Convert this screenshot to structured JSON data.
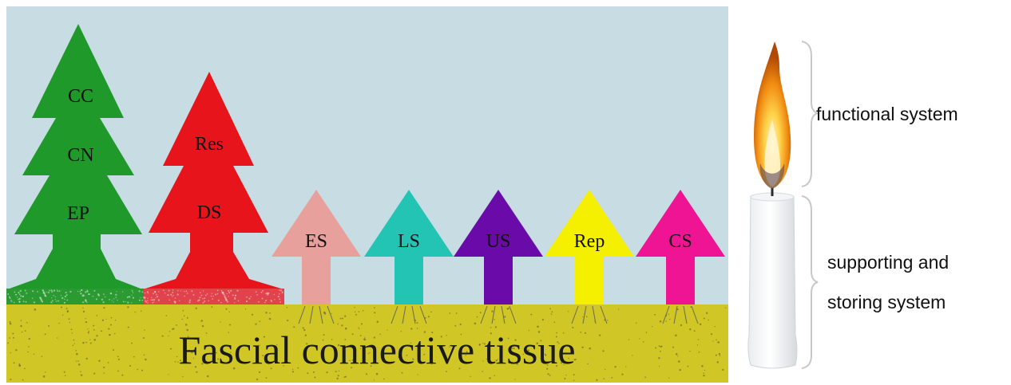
{
  "diagram": {
    "base_label": "Fascial connective tissue",
    "trees": [
      {
        "id": "left-tree",
        "labels": [
          "CC",
          "CN",
          "EP"
        ],
        "color": "#1f9a2a"
      },
      {
        "id": "right-tree",
        "labels": [
          "Res",
          "DS"
        ],
        "color": "#e8141c"
      }
    ],
    "arrows": [
      {
        "label": "ES",
        "color": "#e8a09c"
      },
      {
        "label": "LS",
        "color": "#23c4b4"
      },
      {
        "label": "US",
        "color": "#6a0aa8"
      },
      {
        "label": "Rep",
        "color": "#f4f000"
      },
      {
        "label": "CS",
        "color": "#ee1493"
      }
    ],
    "colors": {
      "sky": "#c7dde3",
      "ground": "#d0c626",
      "left_strip": "#2c9a33",
      "right_strip": "#e0434b"
    }
  },
  "candle": {
    "top_label": "functional system",
    "bottom_label_lines": [
      "supporting and",
      "storing system"
    ]
  }
}
